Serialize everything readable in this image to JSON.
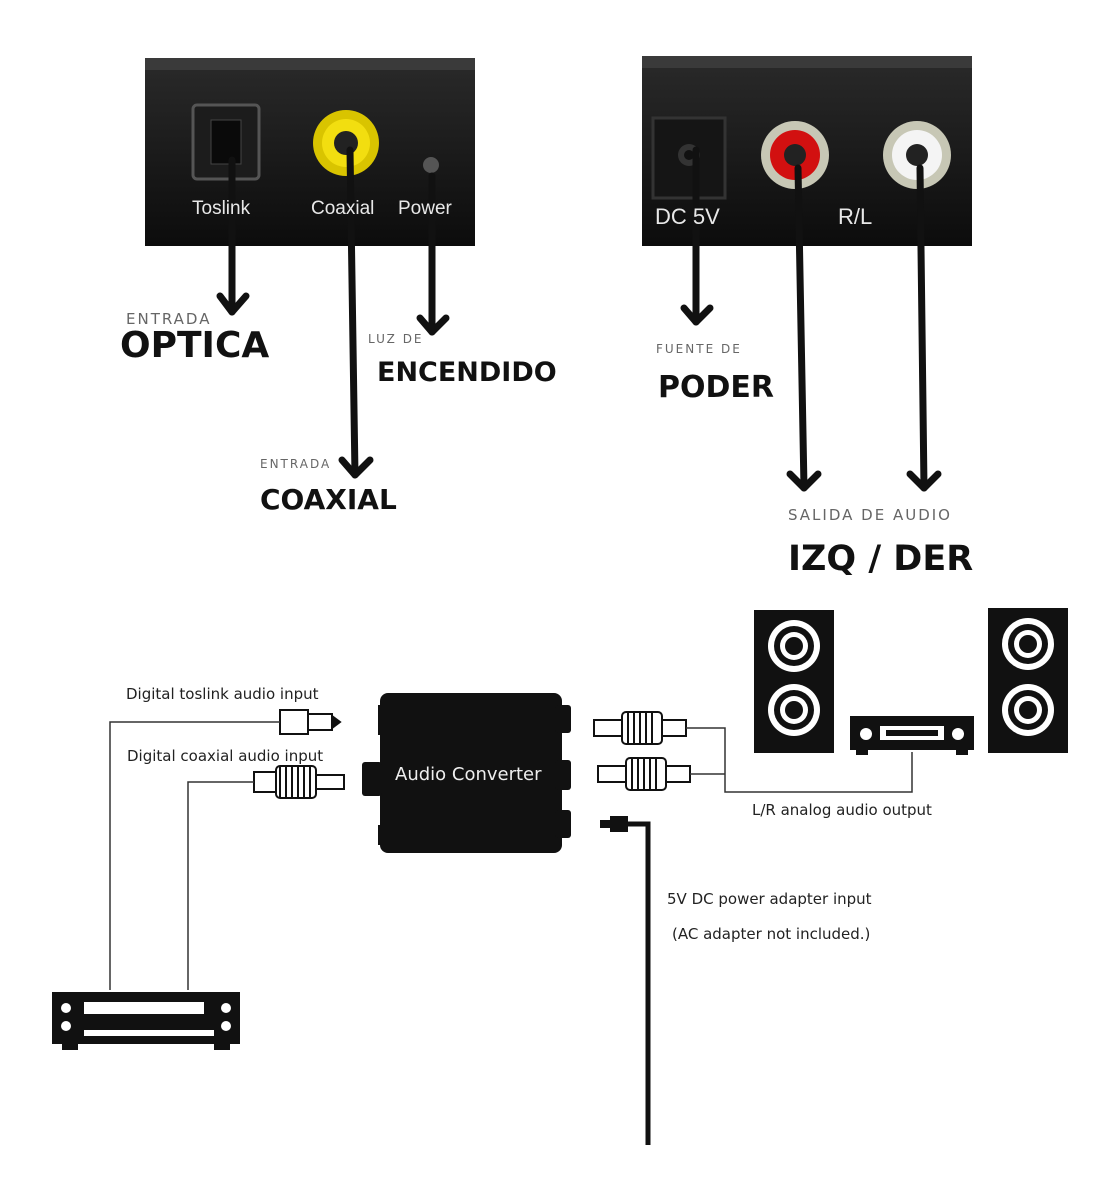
{
  "top_left_device": {
    "ports": [
      "Toslink",
      "Coaxial",
      "Power"
    ],
    "labels": {
      "optica_small": "ENTRADA",
      "optica_big": "OPTICA",
      "encendido_small": "LUZ DE",
      "encendido_big": "ENCENDIDO",
      "coaxial_small": "ENTRADA",
      "coaxial_big": "COAXIAL"
    }
  },
  "top_right_device": {
    "ports": [
      "DC 5V",
      "R/L"
    ],
    "labels": {
      "poder_small": "FUENTE DE",
      "poder_big": "PODER",
      "audio_small": "SALIDA DE AUDIO",
      "audio_big": "IZQ / DER"
    }
  },
  "wiring_diagram": {
    "converter_label": "Audio Converter",
    "toslink_input": "Digital toslink audio input",
    "coaxial_input": "Digital coaxial audio input",
    "analog_output": "L/R analog audio output",
    "power_input_line1": "5V DC power adapter input",
    "power_input_line2": "(AC adapter not included.)"
  }
}
